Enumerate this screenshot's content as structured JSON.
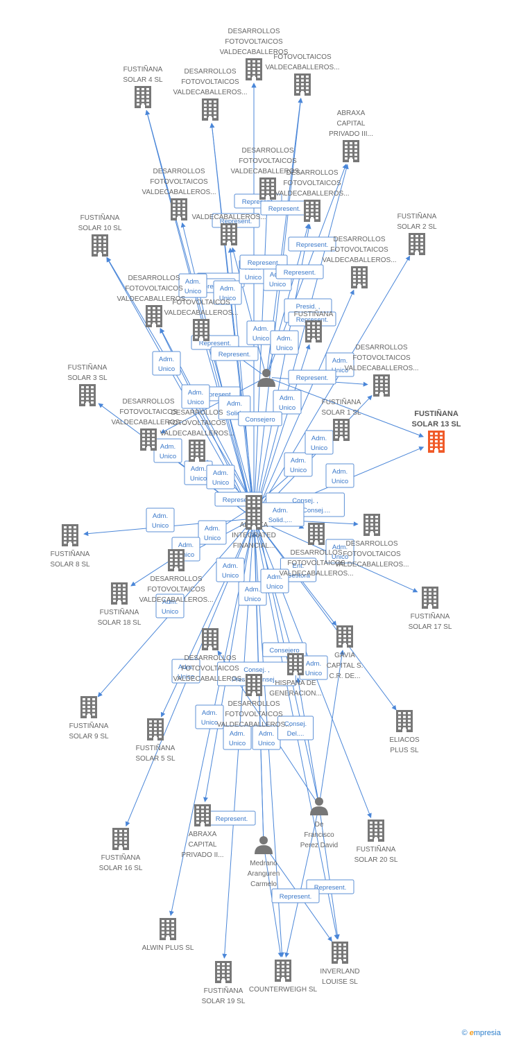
{
  "colors": {
    "edge": "#4a86d8",
    "company": "#777777",
    "highlight": "#f05a28",
    "person": "#777777"
  },
  "nodes": [
    {
      "id": "fs4",
      "type": "company",
      "label": [
        "FUSTIÑANA",
        "SOLAR 4 SL"
      ]
    },
    {
      "id": "dfv1",
      "type": "company",
      "label": [
        "DESARROLLOS",
        "FOTOVOLTAICOS",
        "VALDECABALLEROS"
      ]
    },
    {
      "id": "dfv2",
      "type": "company",
      "label": [
        "FOTOVOLTAICOS",
        "VALDECABALLEROS..."
      ]
    },
    {
      "id": "dfv3",
      "type": "company",
      "label": [
        "DESARROLLOS",
        "FOTOVOLTAICOS",
        "VALDECABALLEROS..."
      ]
    },
    {
      "id": "abraxa3",
      "type": "company",
      "label": [
        "ABRAXA",
        "CAPITAL",
        "PRIVADO III..."
      ]
    },
    {
      "id": "dfv4",
      "type": "company",
      "label": [
        "DESARROLLOS",
        "FOTOVOLTAICOS",
        "VALDECABALLEROS..."
      ]
    },
    {
      "id": "dfv5",
      "type": "company",
      "label": [
        "DESARROLLOS",
        "FOTOVOLTAICOS",
        "VALDECABALLEROS..."
      ]
    },
    {
      "id": "dfv6",
      "type": "company",
      "label": [
        "DESARROLLOS",
        "FOTOVOLTAICOS",
        "VALDECABALLEROS..."
      ]
    },
    {
      "id": "dfv7",
      "type": "company",
      "label": [
        "VALDECABALLEROS..."
      ]
    },
    {
      "id": "fs10",
      "type": "company",
      "label": [
        "FUSTIÑANA",
        "SOLAR 10 SL"
      ]
    },
    {
      "id": "fs2",
      "type": "company",
      "label": [
        "FUSTIÑANA",
        "SOLAR 2 SL"
      ]
    },
    {
      "id": "dfv8",
      "type": "company",
      "label": [
        "DESARROLLOS",
        "FOTOVOLTAICOS",
        "VALDECABALLEROS..."
      ]
    },
    {
      "id": "dfv9",
      "type": "company",
      "label": [
        "DESARROLLOS",
        "FOTOVOLTAICOS",
        "VALDECABALLEROS..."
      ]
    },
    {
      "id": "dfv10",
      "type": "company",
      "label": [
        "FOTOVOLTAICOS",
        "VALDECABALLEROS..."
      ]
    },
    {
      "id": "fust1",
      "type": "company",
      "label": [
        "FUSTIÑANA"
      ]
    },
    {
      "id": "dfv11",
      "type": "company",
      "label": [
        "DESARROLLOS",
        "FOTOVOLTAICOS",
        "VALDECABALLEROS..."
      ]
    },
    {
      "id": "fs3",
      "type": "company",
      "label": [
        "FUSTIÑANA",
        "SOLAR 3 SL"
      ]
    },
    {
      "id": "dfv12",
      "type": "company",
      "label": [
        "DESARROLLOS",
        "FOTOVOLTAICOS",
        "VALDECABALLEROS..."
      ]
    },
    {
      "id": "dfv13",
      "type": "company",
      "label": [
        "DESARROLLOS",
        "FOTOVOLTAICOS",
        "VALDECABALLEROS..."
      ]
    },
    {
      "id": "fs1",
      "type": "company",
      "label": [
        "FUSTIÑANA",
        "SOLAR 1 SL"
      ]
    },
    {
      "id": "fs13",
      "type": "company",
      "highlight": true,
      "label": [
        "FUSTIÑANA",
        "SOLAR 13 SL"
      ]
    },
    {
      "id": "abraxaint",
      "type": "company",
      "label": [
        "ABRAXA",
        "INTEGRATED",
        "FINANCIAL..."
      ]
    },
    {
      "id": "fs8",
      "type": "company",
      "label": [
        "FUSTIÑANA",
        "SOLAR 8 SL"
      ]
    },
    {
      "id": "dfv14",
      "type": "company",
      "label": [
        "DESARROLLOS",
        "FOTOVOLTAICOS",
        "VALDECABALLEROS..."
      ]
    },
    {
      "id": "dfv15",
      "type": "company",
      "label": [
        "DESARROLLOS",
        "FOTOVOLTAICOS",
        "VALDECABALLEROS..."
      ]
    },
    {
      "id": "dfv16",
      "type": "company",
      "label": [
        "DESARROLLOS",
        "FOTOVOLTAICOS",
        "VALDECABALLEROS..."
      ]
    },
    {
      "id": "fs18",
      "type": "company",
      "label": [
        "FUSTIÑANA",
        "SOLAR 18 SL"
      ]
    },
    {
      "id": "fs17",
      "type": "company",
      "label": [
        "FUSTIÑANA",
        "SOLAR 17 SL"
      ]
    },
    {
      "id": "gavia",
      "type": "company",
      "label": [
        "GAVIA",
        "CAPITAL S.",
        "C.R. DE..."
      ]
    },
    {
      "id": "dfv17",
      "type": "company",
      "label": [
        "DESARROLLOS",
        "FOTOVOLTAICOS",
        "VALDECABALLEROS..."
      ]
    },
    {
      "id": "hispana",
      "type": "company",
      "label": [
        "HISPANA DE",
        "GENERACION..."
      ]
    },
    {
      "id": "fs9",
      "type": "company",
      "label": [
        "FUSTIÑANA",
        "SOLAR 9 SL"
      ]
    },
    {
      "id": "fs5",
      "type": "company",
      "label": [
        "FUSTIÑANA",
        "SOLAR 5 SL"
      ]
    },
    {
      "id": "dfv18",
      "type": "company",
      "label": [
        "DESARROLLOS",
        "FOTOVOLTAICOS",
        "VALDECABALLEROS..."
      ]
    },
    {
      "id": "eliacos",
      "type": "company",
      "label": [
        "ELIACOS",
        "PLUS SL"
      ]
    },
    {
      "id": "perez",
      "type": "person",
      "label": [
        "De",
        "Francisco",
        "Perez David"
      ]
    },
    {
      "id": "abraxa2",
      "type": "company",
      "label": [
        "ABRAXA",
        "CAPITAL",
        "PRIVADO II..."
      ]
    },
    {
      "id": "medrano",
      "type": "person",
      "label": [
        "Medrano",
        "Aranguren",
        "Carmelo"
      ]
    },
    {
      "id": "fs16",
      "type": "company",
      "label": [
        "FUSTIÑANA",
        "SOLAR 16 SL"
      ]
    },
    {
      "id": "fs20",
      "type": "company",
      "label": [
        "FUSTIÑANA",
        "SOLAR 20 SL"
      ]
    },
    {
      "id": "alwin",
      "type": "company",
      "label": [
        "ALWIN PLUS SL"
      ]
    },
    {
      "id": "fs19",
      "type": "company",
      "label": [
        "FUSTIÑANA",
        "SOLAR 19 SL"
      ]
    },
    {
      "id": "counter",
      "type": "company",
      "label": [
        "COUNTERWEIGH SL"
      ]
    },
    {
      "id": "inverland",
      "type": "company",
      "label": [
        "INVERLAND",
        "LOUISE SL"
      ]
    },
    {
      "id": "centperson",
      "type": "person",
      "label": []
    },
    {
      "id": "hubsmall",
      "type": "company",
      "label": []
    }
  ],
  "edges": [
    {
      "from": "hubsmall",
      "to": "fs4"
    },
    {
      "from": "hubsmall",
      "to": "dfv1"
    },
    {
      "from": "hubsmall",
      "to": "dfv2"
    },
    {
      "from": "hubsmall",
      "to": "dfv3"
    },
    {
      "from": "hubsmall",
      "to": "abraxa3"
    },
    {
      "from": "hubsmall",
      "to": "dfv4"
    },
    {
      "from": "hubsmall",
      "to": "dfv5"
    },
    {
      "from": "hubsmall",
      "to": "dfv6"
    },
    {
      "from": "hubsmall",
      "to": "dfv7"
    },
    {
      "from": "hubsmall",
      "to": "fs2"
    },
    {
      "from": "hubsmall",
      "to": "dfv8"
    },
    {
      "from": "hubsmall",
      "to": "dfv9"
    },
    {
      "from": "hubsmall",
      "to": "dfv10"
    },
    {
      "from": "hubsmall",
      "to": "fust1"
    },
    {
      "from": "hubsmall",
      "to": "dfv11"
    },
    {
      "from": "hubsmall",
      "to": "fs3"
    },
    {
      "from": "hubsmall",
      "to": "dfv12"
    },
    {
      "from": "hubsmall",
      "to": "fs13"
    },
    {
      "from": "hubsmall",
      "to": "fs8"
    },
    {
      "from": "hubsmall",
      "to": "dfv14"
    },
    {
      "from": "hubsmall",
      "to": "dfv15"
    },
    {
      "from": "hubsmall",
      "to": "fs17"
    },
    {
      "from": "hubsmall",
      "to": "fs9"
    },
    {
      "from": "hubsmall",
      "to": "fs5"
    },
    {
      "from": "hubsmall",
      "to": "eliacos"
    },
    {
      "from": "hubsmall",
      "to": "abraxa2"
    },
    {
      "from": "hubsmall",
      "to": "fs16"
    },
    {
      "from": "hubsmall",
      "to": "fs20"
    },
    {
      "from": "hubsmall",
      "to": "alwin"
    },
    {
      "from": "hubsmall",
      "to": "fs19"
    },
    {
      "from": "hubsmall",
      "to": "counter"
    },
    {
      "from": "hubsmall",
      "to": "inverland"
    },
    {
      "from": "hubsmall",
      "to": "hispana"
    },
    {
      "from": "hubsmall",
      "to": "gavia"
    },
    {
      "from": "hubsmall",
      "to": "fs10"
    },
    {
      "from": "abraxaint",
      "to": "fs4"
    },
    {
      "from": "abraxaint",
      "to": "dfv3"
    },
    {
      "from": "abraxaint",
      "to": "dfv1"
    },
    {
      "from": "abraxaint",
      "to": "fs10"
    },
    {
      "from": "abraxaint",
      "to": "dfv9"
    },
    {
      "from": "abraxaint",
      "to": "fs1"
    },
    {
      "from": "abraxaint",
      "to": "dfv13"
    },
    {
      "from": "abraxaint",
      "to": "dfv16"
    },
    {
      "from": "abraxaint",
      "to": "fs18"
    },
    {
      "from": "centperson",
      "to": "dfv2"
    },
    {
      "from": "centperson",
      "to": "dfv6"
    },
    {
      "from": "centperson",
      "to": "abraxa3"
    },
    {
      "from": "centperson",
      "to": "dfv7"
    },
    {
      "from": "centperson",
      "to": "dfv10"
    },
    {
      "from": "centperson",
      "to": "fs13"
    },
    {
      "from": "centperson",
      "to": "dfv11"
    },
    {
      "from": "centperson",
      "to": "dfv12"
    },
    {
      "from": "perez",
      "to": "gavia"
    },
    {
      "from": "perez",
      "to": "inverland"
    },
    {
      "from": "perez",
      "to": "counter"
    },
    {
      "from": "perez",
      "to": "hispana"
    },
    {
      "from": "perez",
      "to": "dfv17"
    },
    {
      "from": "perez",
      "to": "abraxaint"
    },
    {
      "from": "medrano",
      "to": "counter"
    },
    {
      "from": "medrano",
      "to": "inverland"
    },
    {
      "from": "medrano",
      "to": "hubsmall"
    },
    {
      "from": "medrano",
      "to": "abraxaint"
    }
  ],
  "edge_labels": [
    "Represent.",
    "Represent.",
    "Represent.",
    "Represent.",
    "Represent.",
    "Represent.",
    "Represent.",
    "Adm.|Unico",
    "Adm.|Unico",
    "Adm.|Unico",
    "Adm.|Unico",
    "Adm.|Unico",
    "Presid. ,|Consej....",
    "Represent.",
    "Represent.",
    "Represent.",
    "Represent.",
    "Represent.",
    "Adm.|Unico",
    "Adm.|Unico",
    "Adm.|Unico",
    "Adm.|Unico",
    "Adm.|Unico",
    "Adm.|Solid.",
    "Consejero",
    "Adm.|Unico",
    "Adm.|Unico",
    "Adm.|Unico",
    "Adm.|Unico",
    "Adm.|Unico",
    "Represent.",
    "Represent.",
    "Consej. ,|Presid.,Consej....",
    "Adm.|Solid.,...",
    "Adm.|Unico",
    "Adm.|Unico",
    "Adm.|Unico",
    "Adm.|Unico",
    "Adm.|Unico",
    "Ent.|Gestora",
    "Adm.|Unico",
    "Adm.|Unico",
    "Adm.|Unico",
    "Adm.|Unico",
    "Consejero",
    "Consej. ,|Presid.,Consej....",
    "Adm.|Unico",
    "Adm.|Unico",
    "Adm.|Unico",
    "Adm.|Unico",
    "Adm.|Unico",
    "Consej.|Del....",
    "Represent.",
    "Represent.",
    "Represent."
  ],
  "watermark": {
    "copyright": "©",
    "brand_initial": "e",
    "brand_rest": "mpresia"
  }
}
